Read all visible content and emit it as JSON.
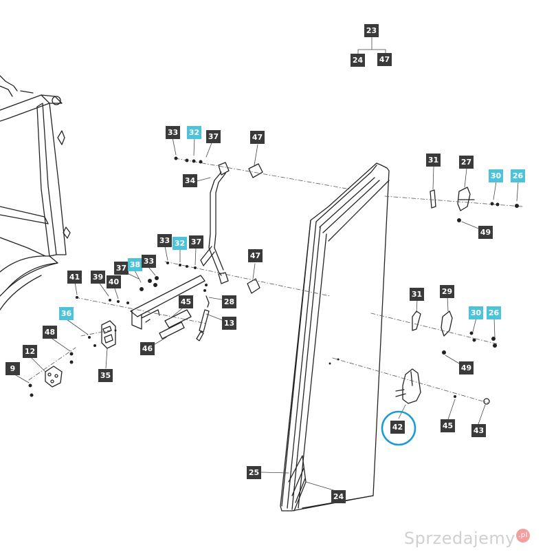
{
  "diagram": {
    "labels": [
      {
        "id": "l23a",
        "text": "23",
        "kind": "dark"
      },
      {
        "id": "l24a",
        "text": "24",
        "kind": "dark"
      },
      {
        "id": "l47a",
        "text": "47",
        "kind": "dark"
      },
      {
        "id": "l33a",
        "text": "33",
        "kind": "dark"
      },
      {
        "id": "l32a",
        "text": "32",
        "kind": "cyan"
      },
      {
        "id": "l37a",
        "text": "37",
        "kind": "dark"
      },
      {
        "id": "l47b",
        "text": "47",
        "kind": "dark"
      },
      {
        "id": "l34",
        "text": "34",
        "kind": "dark"
      },
      {
        "id": "l31a",
        "text": "31",
        "kind": "dark"
      },
      {
        "id": "l27",
        "text": "27",
        "kind": "dark"
      },
      {
        "id": "l30a",
        "text": "30",
        "kind": "cyan"
      },
      {
        "id": "l26a",
        "text": "26",
        "kind": "cyan"
      },
      {
        "id": "l49a",
        "text": "49",
        "kind": "dark"
      },
      {
        "id": "l33b",
        "text": "33",
        "kind": "dark"
      },
      {
        "id": "l32b",
        "text": "32",
        "kind": "cyan"
      },
      {
        "id": "l37b",
        "text": "37",
        "kind": "dark"
      },
      {
        "id": "l47c",
        "text": "47",
        "kind": "dark"
      },
      {
        "id": "l37c",
        "text": "37",
        "kind": "dark"
      },
      {
        "id": "l38",
        "text": "38",
        "kind": "cyan"
      },
      {
        "id": "l33c",
        "text": "33",
        "kind": "dark"
      },
      {
        "id": "l41",
        "text": "41",
        "kind": "dark"
      },
      {
        "id": "l39",
        "text": "39",
        "kind": "dark"
      },
      {
        "id": "l40",
        "text": "40",
        "kind": "dark"
      },
      {
        "id": "l28",
        "text": "28",
        "kind": "dark"
      },
      {
        "id": "l45a",
        "text": "45",
        "kind": "dark"
      },
      {
        "id": "l13",
        "text": "13",
        "kind": "dark"
      },
      {
        "id": "l36",
        "text": "36",
        "kind": "cyan"
      },
      {
        "id": "l48",
        "text": "48",
        "kind": "dark"
      },
      {
        "id": "l46",
        "text": "46",
        "kind": "dark"
      },
      {
        "id": "l12",
        "text": "12",
        "kind": "dark"
      },
      {
        "id": "l9",
        "text": "9",
        "kind": "dark"
      },
      {
        "id": "l35",
        "text": "35",
        "kind": "dark"
      },
      {
        "id": "l31b",
        "text": "31",
        "kind": "dark"
      },
      {
        "id": "l29",
        "text": "29",
        "kind": "dark"
      },
      {
        "id": "l30b",
        "text": "30",
        "kind": "cyan"
      },
      {
        "id": "l26b",
        "text": "26",
        "kind": "cyan"
      },
      {
        "id": "l49b",
        "text": "49",
        "kind": "dark"
      },
      {
        "id": "l42",
        "text": "42",
        "kind": "dark"
      },
      {
        "id": "l45b",
        "text": "45",
        "kind": "dark"
      },
      {
        "id": "l43",
        "text": "43",
        "kind": "dark"
      },
      {
        "id": "l25",
        "text": "25",
        "kind": "dark"
      },
      {
        "id": "l24b",
        "text": "24",
        "kind": "dark"
      }
    ],
    "highlight_color": "#1a9ad6",
    "label_dark_color": "#3a3a3a",
    "label_cyan_color": "#4cc3d8"
  },
  "watermark": {
    "text": "Sprzedajemy",
    "suffix": ".pl"
  }
}
